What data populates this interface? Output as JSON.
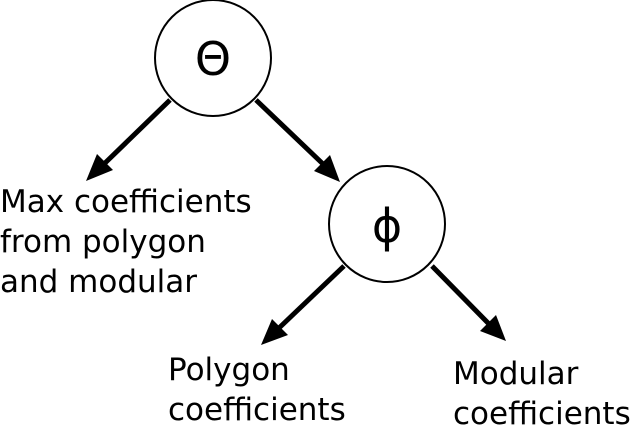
{
  "colors": {
    "stroke": "#000000",
    "node_fill": "#ffffff",
    "text": "#000000",
    "background": "#ffffff"
  },
  "nodes": {
    "theta": {
      "symbol": "Θ"
    },
    "phi": {
      "symbol": "ϕ"
    }
  },
  "labels": {
    "max": [
      "Max coefficients",
      "from polygon",
      "and modular"
    ],
    "polygon": [
      "Polygon",
      "coefficients"
    ],
    "modular": [
      "Modular",
      "coefficients"
    ]
  }
}
